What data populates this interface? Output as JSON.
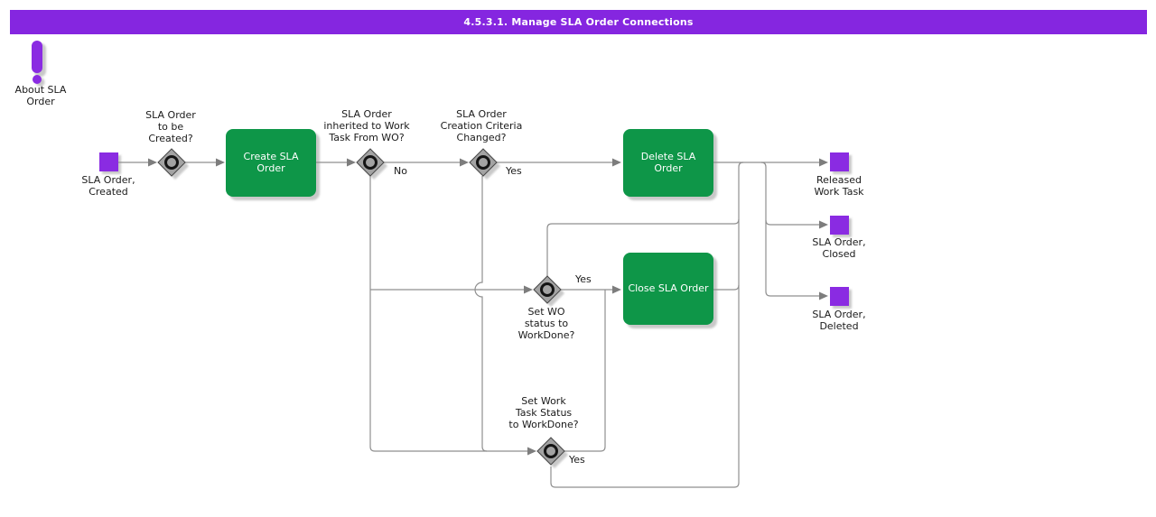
{
  "title": "4.5.3.1. Manage SLA Order Connections",
  "about": {
    "label": "About SLA\nOrder"
  },
  "flow": {
    "start": {
      "label": "SLA Order,\nCreated"
    },
    "d1": {
      "question": "SLA Order\nto be\nCreated?"
    },
    "p1": {
      "label": "Create SLA\nOrder"
    },
    "d2": {
      "question": "SLA Order\ninherited to Work\nTask From WO?",
      "branch": "No"
    },
    "d3": {
      "question": "SLA Order\nCreation Criteria\nChanged?",
      "branch": "Yes"
    },
    "p2": {
      "label": "Delete SLA\nOrder"
    },
    "d4": {
      "question": "Set WO\nstatus to\nWorkDone?",
      "branch": "Yes"
    },
    "p3": {
      "label": "Close SLA Order"
    },
    "d5": {
      "question": "Set Work\nTask Status\nto WorkDone?",
      "branch": "Yes"
    },
    "end1": {
      "label": "Released\nWork Task"
    },
    "end2": {
      "label": "SLA Order,\nClosed"
    },
    "end3": {
      "label": "SLA Order,\nDeleted"
    }
  },
  "colors": {
    "title_bar": "#8526e0",
    "node_purple": "#8a2be2",
    "process_green": "#0e9648",
    "connector_gray": "#8f8f8f",
    "decision_gray": "#a3a3a3"
  }
}
